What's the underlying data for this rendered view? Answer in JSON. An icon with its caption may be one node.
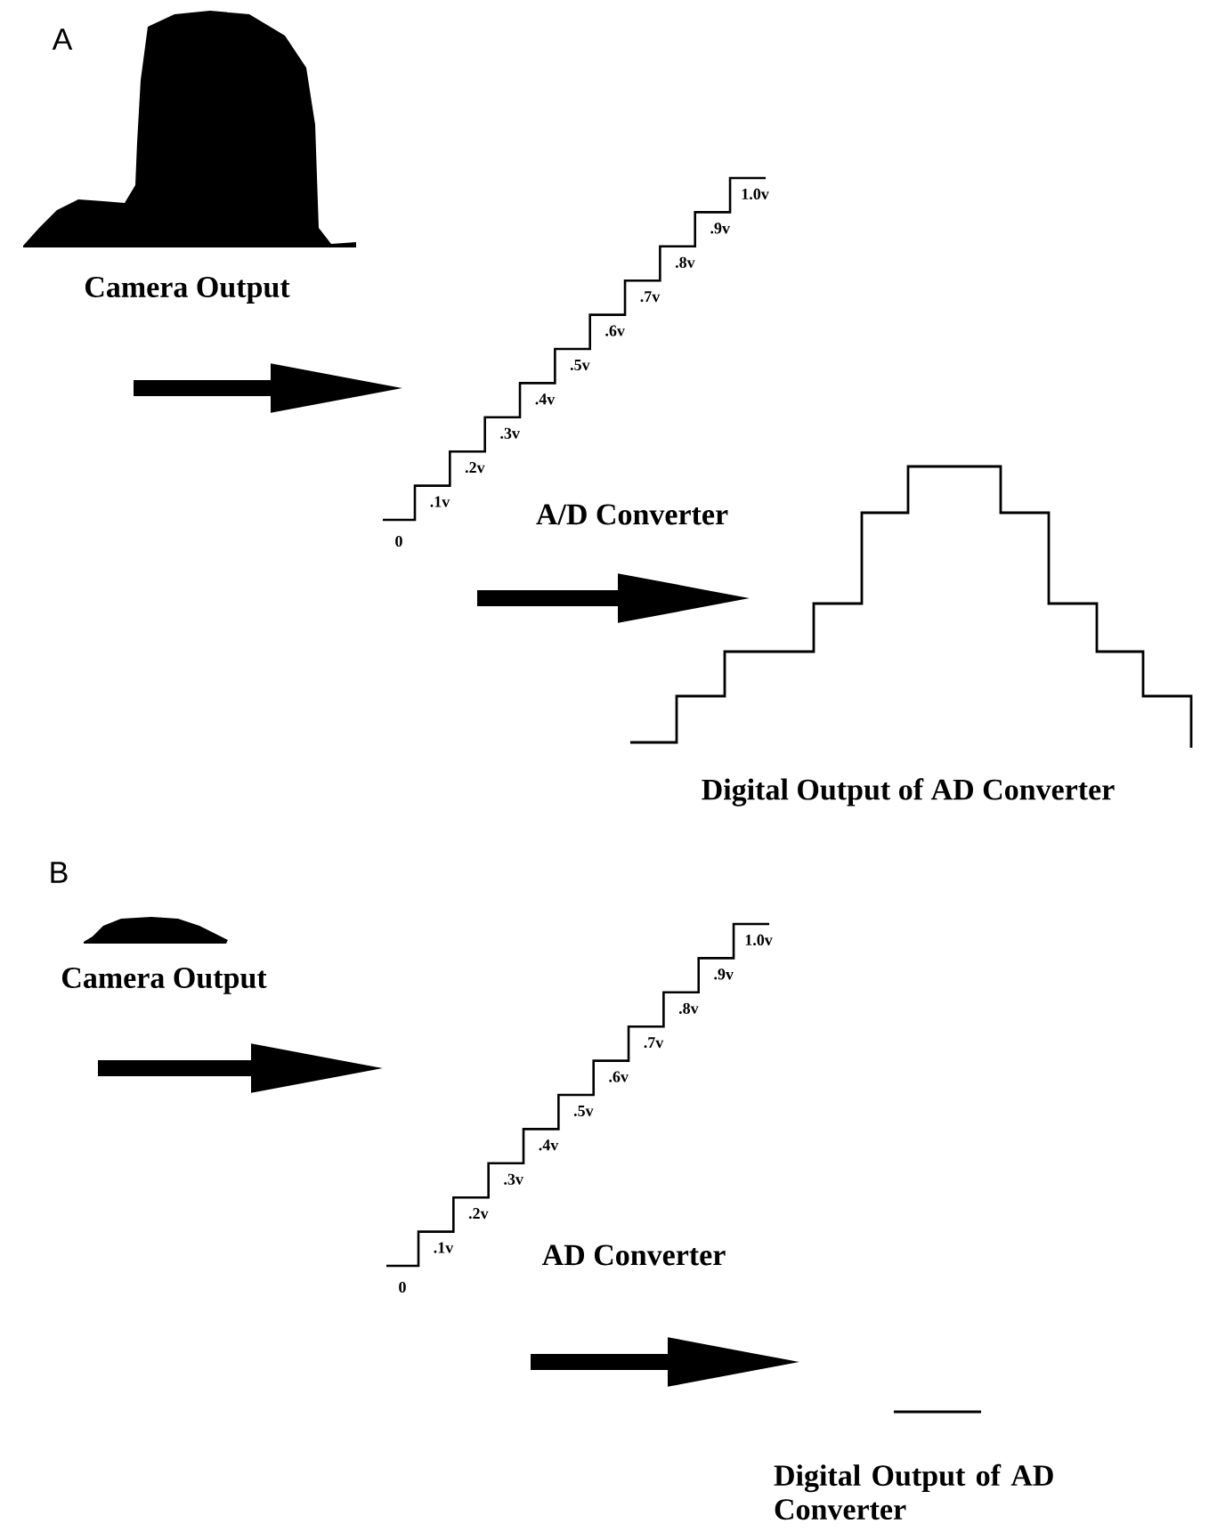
{
  "diagram": {
    "nodes": [
      {
        "text": [
          "Camera Output"
        ]
      },
      {
        "text": [
          "A/D Converter"
        ]
      },
      {
        "text": [
          "Digital Output of AD Converter"
        ]
      },
      {
        "text": [
          "Camera Output"
        ]
      },
      {
        "text": [
          "AD Converter"
        ]
      },
      {
        "text": [
          "Digital Output of AD Converter"
        ]
      }
    ],
    "edges": [
      {
        "from": null,
        "to": 1,
        "arrow": "to"
      },
      {
        "from": null,
        "to": 2,
        "arrow": "to"
      },
      {
        "from": null,
        "to": 4,
        "arrow": "to"
      },
      {
        "from": null,
        "to": 5,
        "arrow": "to"
      }
    ],
    "labels": [
      "A",
      "0",
      ".1v",
      ".2v",
      ".3v",
      ".4v",
      ".5v",
      ".6v",
      ".7v",
      ".8v",
      ".9v",
      "1.0v",
      "B",
      "0",
      ".1v",
      ".2v",
      ".3v",
      ".4v",
      ".5v",
      ".6v",
      ".7v",
      ".8v",
      ".9v",
      "1.0v"
    ]
  }
}
